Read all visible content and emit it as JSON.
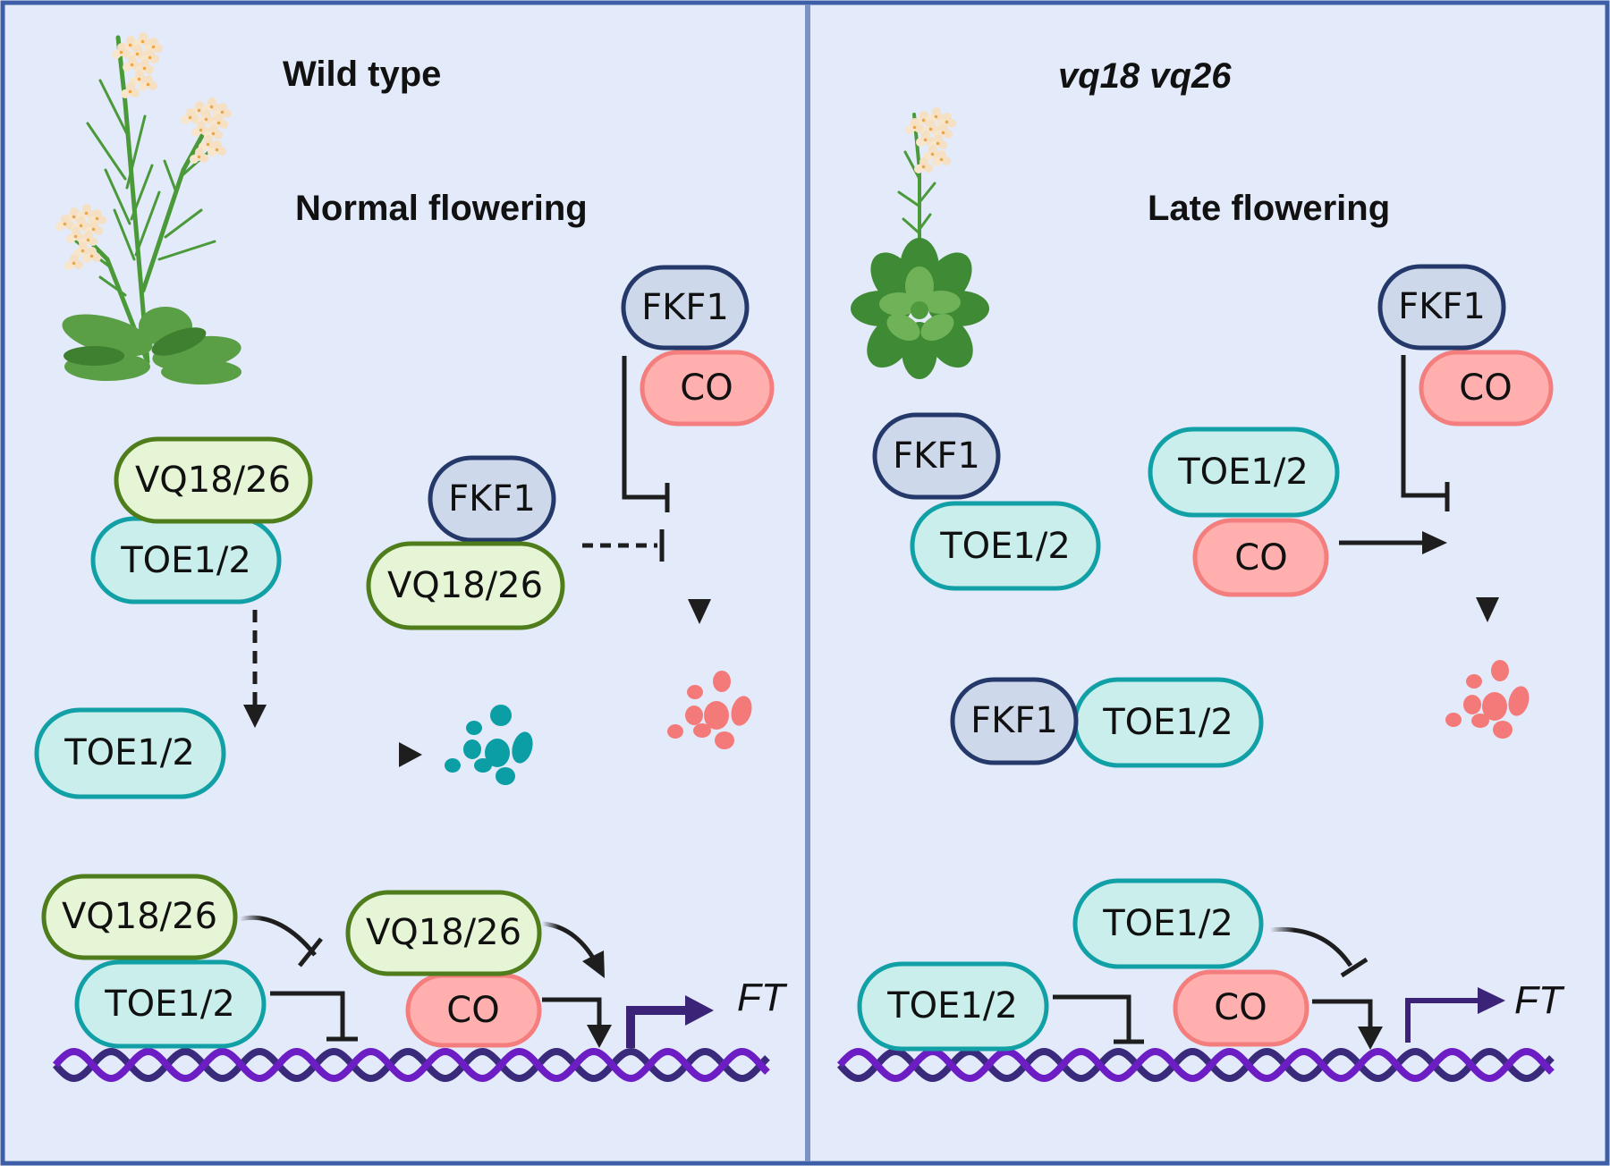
{
  "figure": {
    "background_color": "#e3eafa",
    "border_color": "#3f5ea8",
    "divider_color": "#7b93c4"
  },
  "panels": [
    {
      "id": "wild-type",
      "genotype": "Wild type",
      "phenotype": "Normal flowering",
      "proteins": {
        "fkf1_top": "FKF1",
        "co_top": "CO",
        "vq_complex_vq": "VQ18/26",
        "vq_complex_toe": "TOE1/2",
        "fkf1_mid": "FKF1",
        "vq_mid": "VQ18/26",
        "toe_free": "TOE1/2",
        "dna_vq_left": "VQ18/26",
        "dna_toe_left": "TOE1/2",
        "dna_vq_right": "VQ18/26",
        "dna_co": "CO"
      },
      "gene": "FT"
    },
    {
      "id": "vq18-vq26",
      "genotype": "vq18 vq26",
      "phenotype": "Late flowering",
      "proteins": {
        "fkf1_top": "FKF1",
        "co_top": "CO",
        "fkf1_mid": "FKF1",
        "toe_mid": "TOE1/2",
        "toe_center": "TOE1/2",
        "co_center": "CO",
        "fkf1_bottom": "FKF1",
        "toe_bottom": "TOE1/2",
        "dna_toe_upper": "TOE1/2",
        "dna_toe_left": "TOE1/2",
        "dna_co": "CO"
      },
      "gene": "FT"
    }
  ],
  "colors": {
    "vq": "#4f7d1c",
    "toe": "#10a0a6",
    "co": "#f47d7d",
    "fkf1": "#24396a",
    "degraded_toe": "#0b9ea5",
    "degraded_co": "#f47a7a",
    "promoter": "#3b2478"
  }
}
